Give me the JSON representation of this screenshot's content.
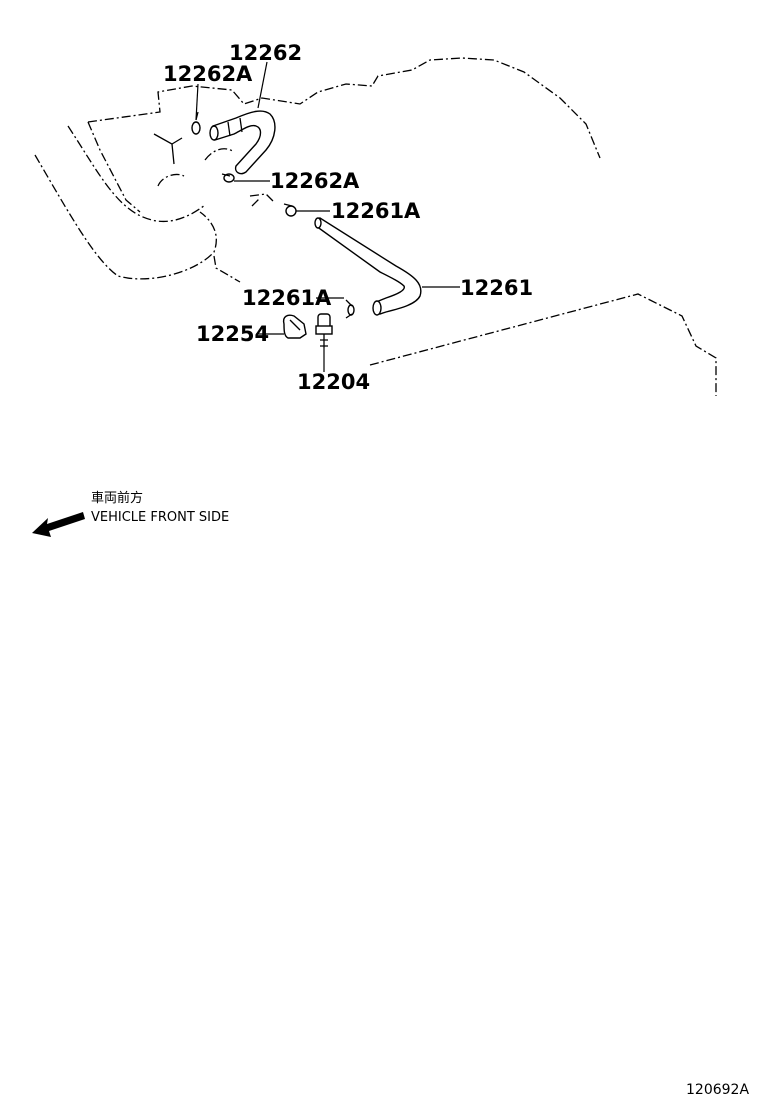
{
  "callouts": {
    "c12262": "12262",
    "c12262a_top": "12262A",
    "c12262a_mid": "12262A",
    "c12261a_top": "12261A",
    "c12261": "12261",
    "c12261a_low": "12261A",
    "c12254": "12254",
    "c12204": "12204"
  },
  "direction": {
    "japanese": "車両前方",
    "english": "VEHICLE FRONT SIDE"
  },
  "figure_id": "120692A"
}
